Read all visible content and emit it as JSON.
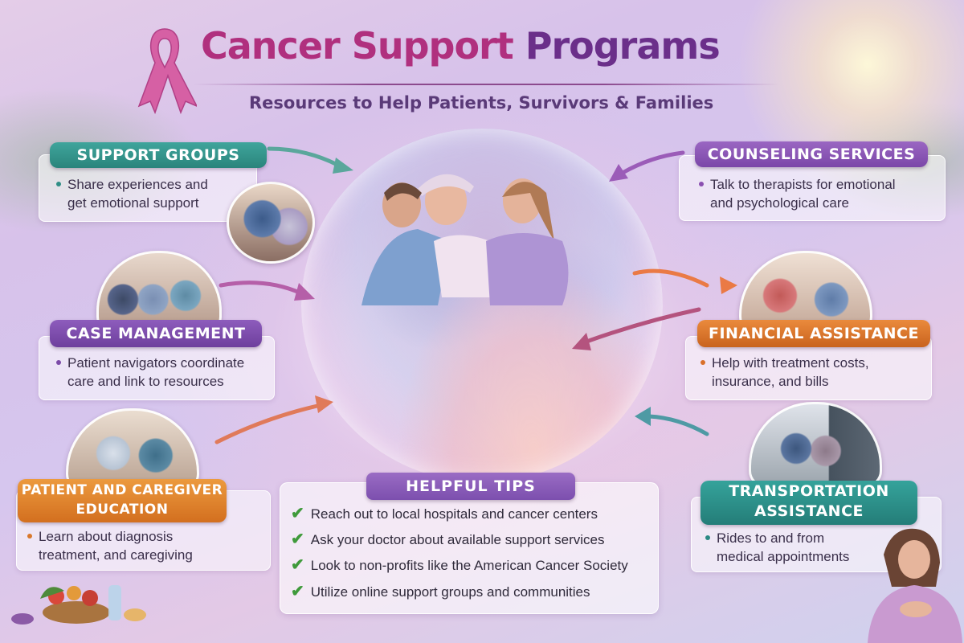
{
  "header": {
    "title_part1": "Cancer Support",
    "title_part2": "Programs",
    "subtitle": "Resources to Help Patients, Survivors & Families"
  },
  "icons": {
    "ribbon": "pink-ribbon-icon",
    "check": "check-icon"
  },
  "colors": {
    "title": "#b0307e",
    "title_accent": "#6b2f8a",
    "support_groups": "#2f8e86",
    "counseling": "#8a4fb0",
    "case_management": "#7b4aa8",
    "financial": "#d9702a",
    "education": "#d9782c",
    "transportation": "#2c8a84",
    "tips": "#7c4fae",
    "check": "#3f9a3b"
  },
  "programs": {
    "support_groups": {
      "title": "SUPPORT GROUPS",
      "text": [
        "Share experiences and",
        "get emotional support"
      ]
    },
    "counseling": {
      "title": "COUNSELING SERVICES",
      "text": [
        "Talk to therapists for emotional",
        "and psychological care"
      ]
    },
    "case_management": {
      "title": "CASE MANAGEMENT",
      "text": [
        "Patient navigators coordinate",
        "care and link to resources"
      ]
    },
    "financial": {
      "title": "FINANCIAL ASSISTANCE",
      "text": [
        "Help with treatment costs,",
        "insurance, and bills"
      ]
    },
    "education": {
      "title_line1": "PATIENT AND CAREGIVER",
      "title_line2": "EDUCATION",
      "text": [
        "Learn about diagnosis",
        "treatment, and caregiving"
      ]
    },
    "transportation": {
      "title_line1": "TRANSPORTATION",
      "title_line2": "ASSISTANCE",
      "text": [
        "Rides to and from",
        "medical appointments"
      ]
    }
  },
  "tips": {
    "title": "HELPFUL TIPS",
    "items": [
      "Reach out to local hospitals and cancer centers",
      "Ask your doctor about available support services",
      "Look to non-profits like the American Cancer Society",
      "Utilize online support groups and communities"
    ],
    "check_glyph": "✔"
  }
}
